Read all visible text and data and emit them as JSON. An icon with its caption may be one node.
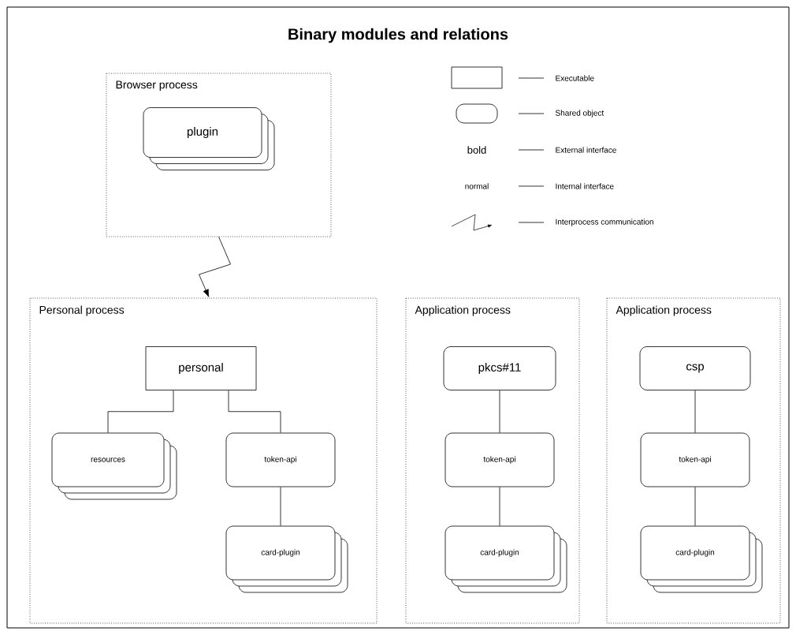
{
  "diagram": {
    "title": "Binary modules and relations",
    "nodes": [
      {
        "text": [
          "Browser process"
        ]
      },
      {
        "text": [
          "plugin"
        ],
        "in": 0
      },
      {
        "text": [
          "Personal process"
        ]
      },
      {
        "text": [
          "personal"
        ],
        "in": 2
      },
      {
        "text": [
          "resources"
        ],
        "in": 2
      },
      {
        "text": [
          "token-api"
        ],
        "in": 2
      },
      {
        "text": [
          "card-plugin"
        ],
        "in": 2
      },
      {
        "text": [
          "Application process"
        ]
      },
      {
        "text": [
          "pkcs#11"
        ],
        "in": 7
      },
      {
        "text": [
          "token-api"
        ],
        "in": 7
      },
      {
        "text": [
          "card-plugin"
        ],
        "in": 7
      },
      {
        "text": [
          "Application process"
        ]
      },
      {
        "text": [
          "csp"
        ],
        "in": 11
      },
      {
        "text": [
          "token-api"
        ],
        "in": 11
      },
      {
        "text": [
          "card-plugin"
        ],
        "in": 11
      }
    ],
    "edges": [
      {
        "from": 0,
        "to": 2,
        "arrow": "to"
      },
      {
        "from": 3,
        "to": 4,
        "arrow": "none"
      },
      {
        "from": 3,
        "to": 5,
        "arrow": "none"
      },
      {
        "from": 5,
        "to": 6,
        "arrow": "none"
      },
      {
        "from": 8,
        "to": 9,
        "arrow": "none"
      },
      {
        "from": 9,
        "to": 10,
        "arrow": "none"
      },
      {
        "from": 12,
        "to": 13,
        "arrow": "none"
      },
      {
        "from": 13,
        "to": 14,
        "arrow": "none"
      }
    ],
    "labels": [
      "bold",
      "normal"
    ],
    "legend": [
      {
        "text": "Executable"
      },
      {
        "text": "Shared object"
      },
      {
        "text": "External interface"
      },
      {
        "text": "Internal interface"
      },
      {
        "text": "Interprocess communication"
      }
    ]
  }
}
